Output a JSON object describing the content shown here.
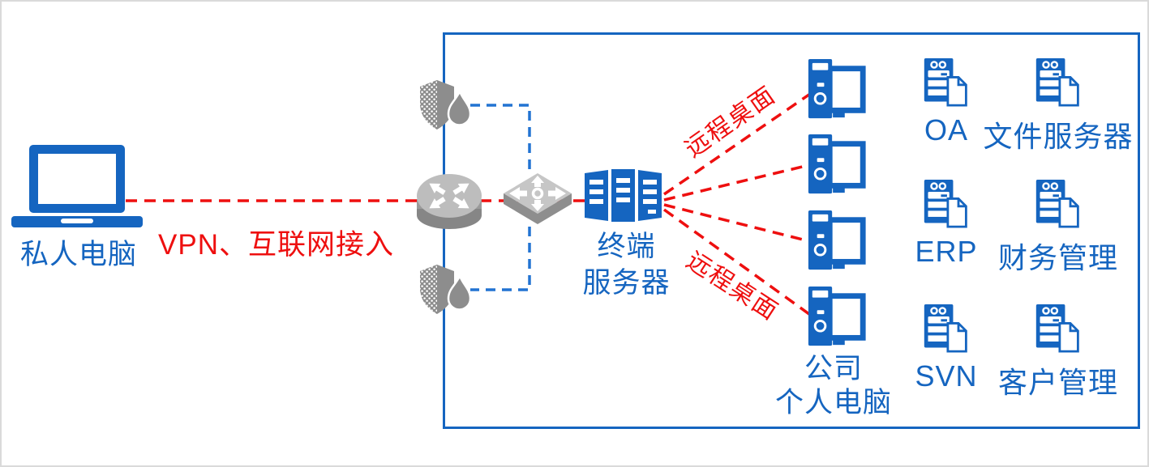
{
  "colors": {
    "primary_blue": "#1565C0",
    "link_red": "#EE0F0F",
    "device_gray": "#9A9A9A",
    "dashed_blue": "#2273D2"
  },
  "nodes": {
    "private_pc": {
      "label": "私人电脑",
      "icon": "laptop-icon"
    },
    "firewall_top": {
      "icon": "firewall-icon"
    },
    "firewall_bottom": {
      "icon": "firewall-icon"
    },
    "router": {
      "icon": "router-icon"
    },
    "switch": {
      "icon": "switch-icon"
    },
    "terminal_server": {
      "label_line1": "终端",
      "label_line2": "服务器",
      "icon": "terminal-server-icon"
    },
    "company_pcs": {
      "label_line1": "公司",
      "label_line2": "个人电脑",
      "count": 4,
      "icon": "desktop-pc-icon"
    }
  },
  "links": {
    "vpn": {
      "label": "VPN、互联网接入"
    },
    "remote_desktop_top": {
      "label": "远程桌面"
    },
    "remote_desktop_bottom": {
      "label": "远程桌面"
    }
  },
  "app_servers": [
    {
      "label": "OA",
      "icon": "app-server-icon"
    },
    {
      "label": "文件服务器",
      "icon": "app-server-icon"
    },
    {
      "label": "ERP",
      "icon": "app-server-icon"
    },
    {
      "label": "财务管理",
      "icon": "app-server-icon"
    },
    {
      "label": "SVN",
      "icon": "app-server-icon"
    },
    {
      "label": "客户管理",
      "icon": "app-server-icon"
    }
  ]
}
